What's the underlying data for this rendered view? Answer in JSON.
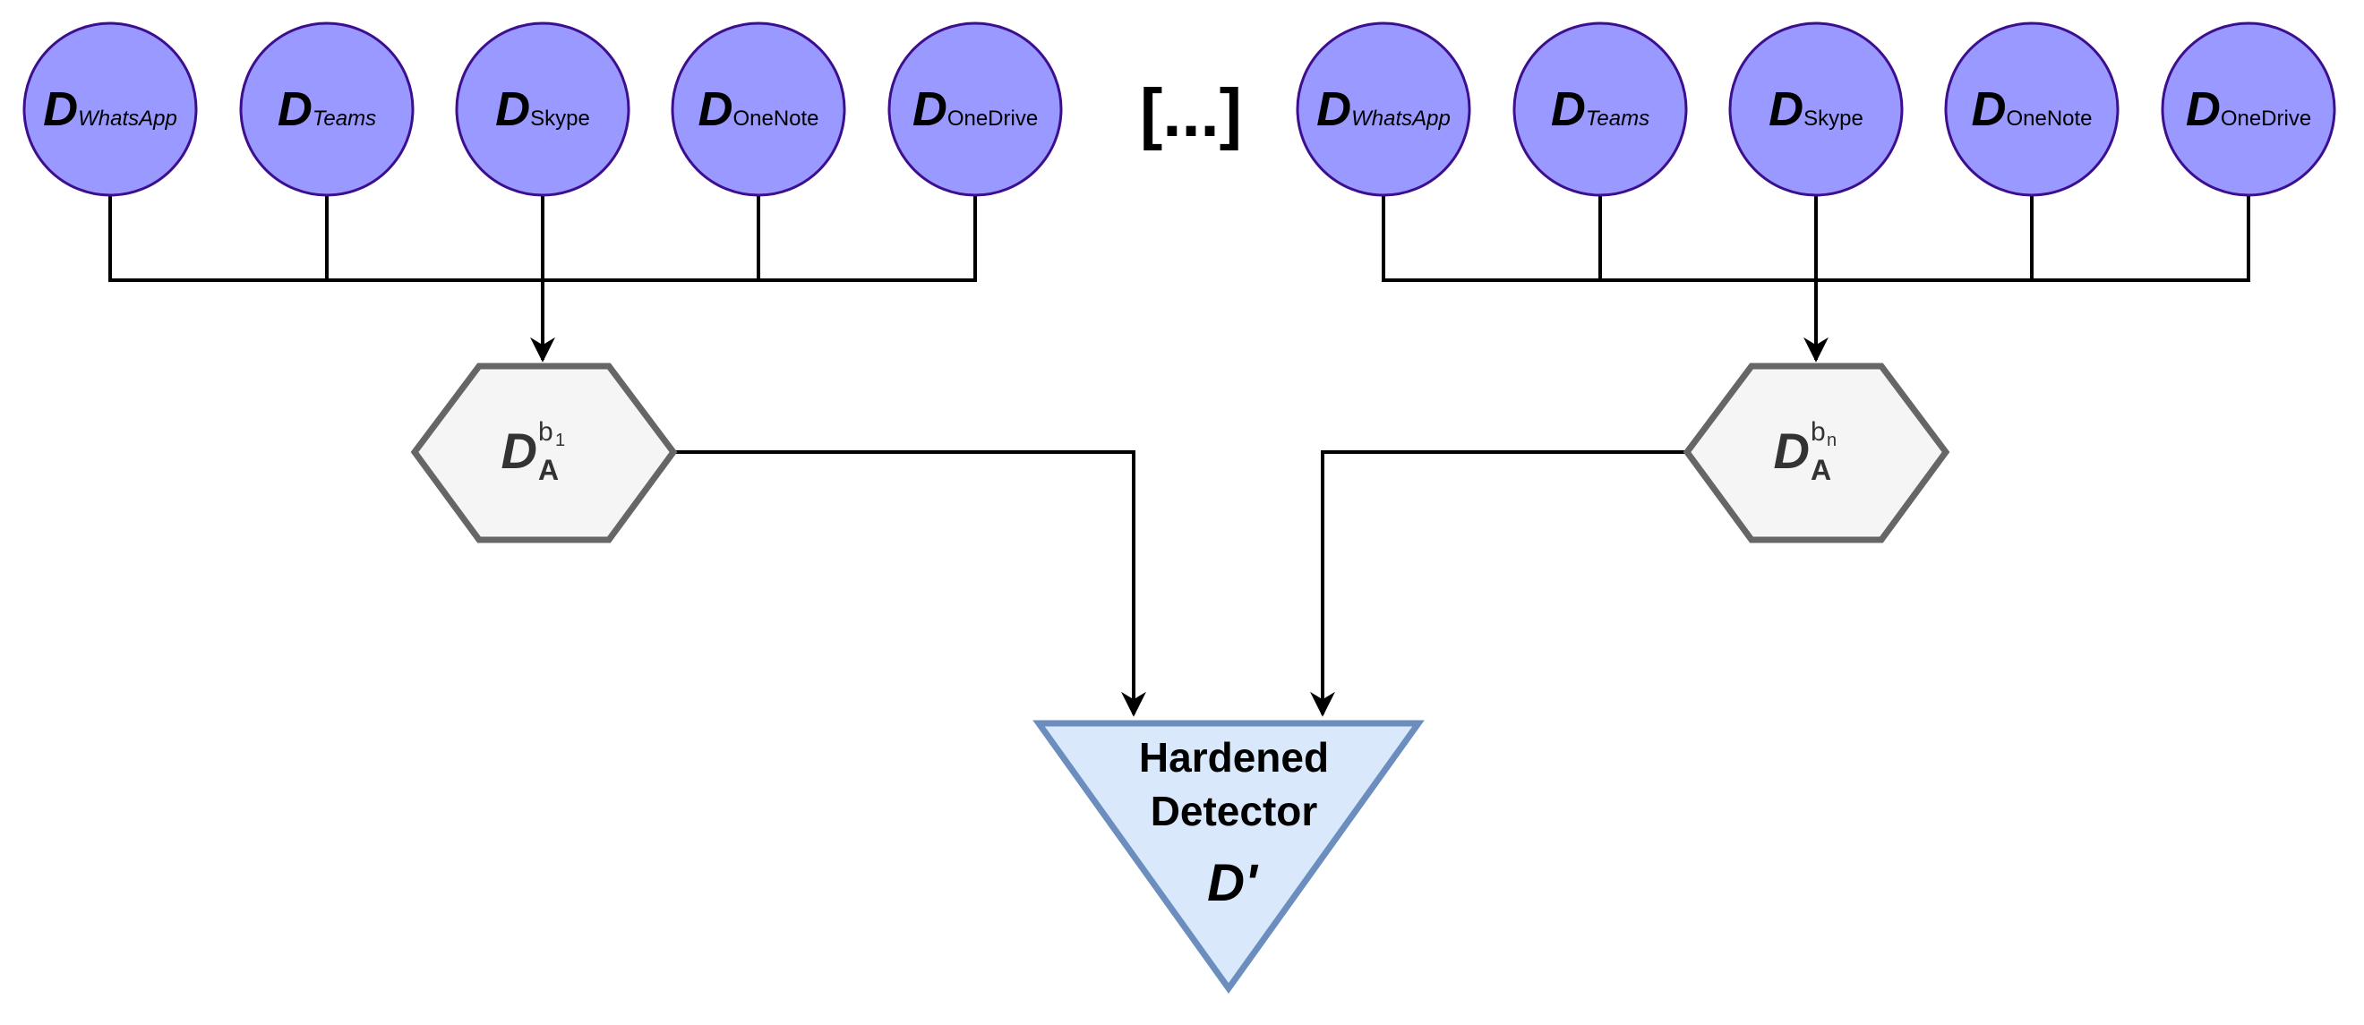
{
  "colors": {
    "circle_fill": "#9999ff",
    "circle_stroke": "#3d0f8f",
    "hex_fill": "#f5f5f5",
    "hex_stroke": "#666666",
    "triangle_fill": "#dae8fc",
    "triangle_stroke": "#6c8ebf",
    "line": "#000000"
  },
  "group1": {
    "detectors": [
      {
        "letter": "D",
        "sub": "WhatsApp"
      },
      {
        "letter": "D",
        "sub": "Teams"
      },
      {
        "letter": "D",
        "sub": "Skype"
      },
      {
        "letter": "D",
        "sub": "OneNote"
      },
      {
        "letter": "D",
        "sub": "OneDrive"
      }
    ],
    "aggregate": {
      "letter": "D",
      "sub": "A",
      "sup": "b",
      "sup_index": "1"
    }
  },
  "ellipsis": "[...]",
  "group2": {
    "detectors": [
      {
        "letter": "D",
        "sub": "WhatsApp"
      },
      {
        "letter": "D",
        "sub": "Teams"
      },
      {
        "letter": "D",
        "sub": "Skype"
      },
      {
        "letter": "D",
        "sub": "OneNote"
      },
      {
        "letter": "D",
        "sub": "OneDrive"
      }
    ],
    "aggregate": {
      "letter": "D",
      "sub": "A",
      "sup": "b",
      "sup_index": "n"
    }
  },
  "output": {
    "line1": "Hardened",
    "line2": "Detector",
    "symbol": "D'"
  }
}
